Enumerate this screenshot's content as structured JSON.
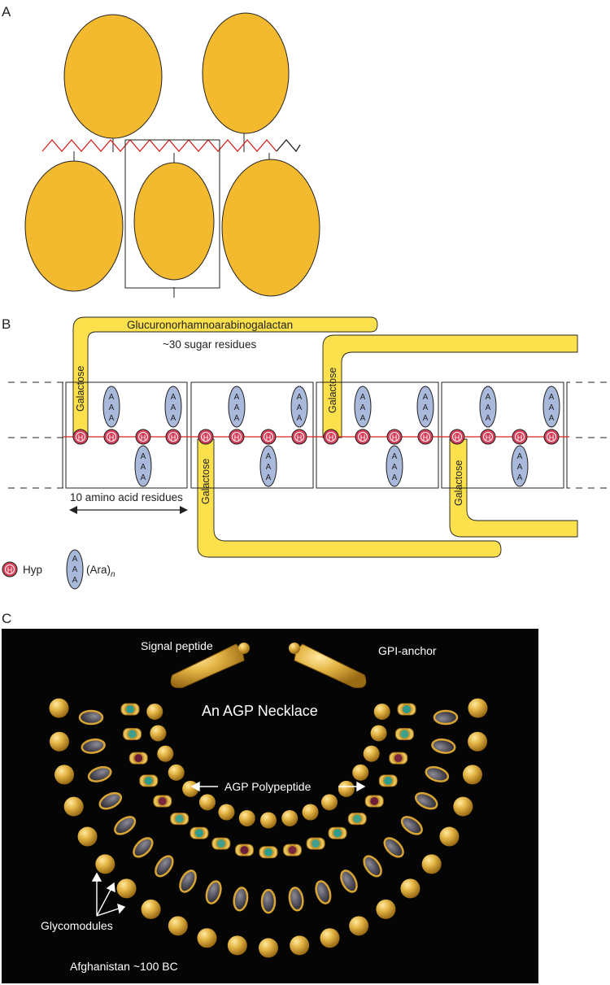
{
  "panels": {
    "a": "A",
    "b": "B",
    "c": "C"
  },
  "panel_b": {
    "glycan_name": "Glucuronorhamnoarabinogalactan",
    "sugar_count": "~30 sugar residues",
    "galactose_label": "Galactose",
    "repeat_label": "10 amino acid residues",
    "hyp_symbol": "H",
    "ara_symbol": "A",
    "legend": {
      "hyp_text": "Hyp",
      "ara_text": "(Ara)",
      "ara_subscript": "n"
    }
  },
  "panel_c": {
    "signal_peptide": "Signal peptide",
    "gpi_anchor": "GPI-anchor",
    "necklace_title": "An AGP Necklace",
    "polypeptide": "AGP Polypeptide",
    "glycomodules": "Glycomodules",
    "origin": "Afghanistan ~100 BC"
  },
  "colors": {
    "glycan_gold": "#F4BA2F",
    "glycan_yellow": "#FCE14C",
    "backbone_red": "#D9241F",
    "hyp_red": "#D6405A",
    "ara_blue": "#A9B9DB",
    "photo_black": "#050505",
    "gold_bead": "#D9A532"
  }
}
